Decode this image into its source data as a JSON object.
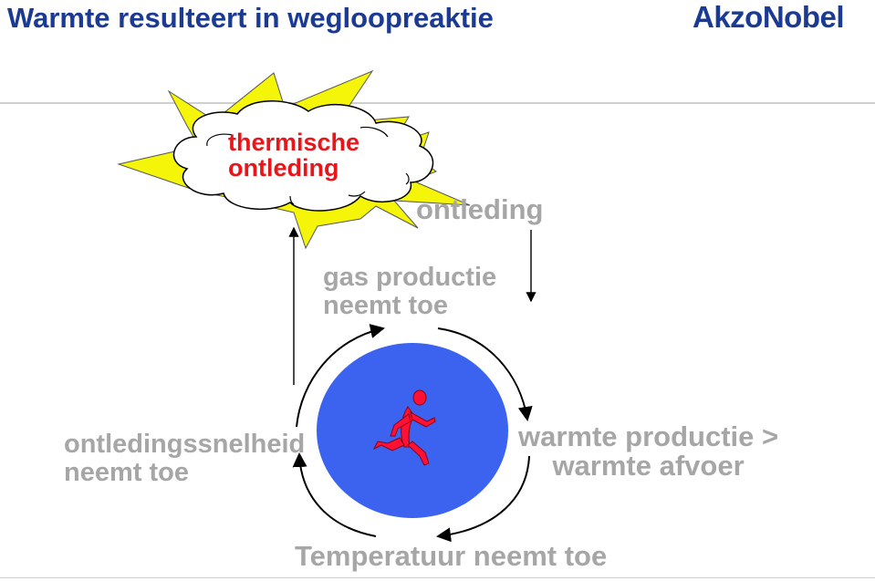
{
  "header": {
    "title": "Warmte resulteert in wegloopreaktie",
    "logo": "AkzoNobel"
  },
  "diagram": {
    "cloud": {
      "line1": "thermische",
      "line2": "ontleding"
    },
    "top_right_label": "ontleding",
    "center_label": {
      "line1": "gas productie",
      "line2": "neemt toe"
    },
    "left_label": {
      "line1": "ontledingssnelheid",
      "line2": "neemt toe"
    },
    "right_label": {
      "line1": "warmte productie >",
      "line2": "warmte afvoer"
    },
    "bottom_label": "Temperatuur neemt toe",
    "icons": [
      "explosion-star-icon",
      "cloud-icon",
      "running-man-icon"
    ]
  },
  "colors": {
    "title": "#1a3a93",
    "logo": "#1a3a93",
    "label_grey": "#a6a6a6",
    "cloud_text": "#e8161b",
    "explosion": "#f5f50a",
    "circle": "#3366ff",
    "runner": "#ff0033"
  }
}
